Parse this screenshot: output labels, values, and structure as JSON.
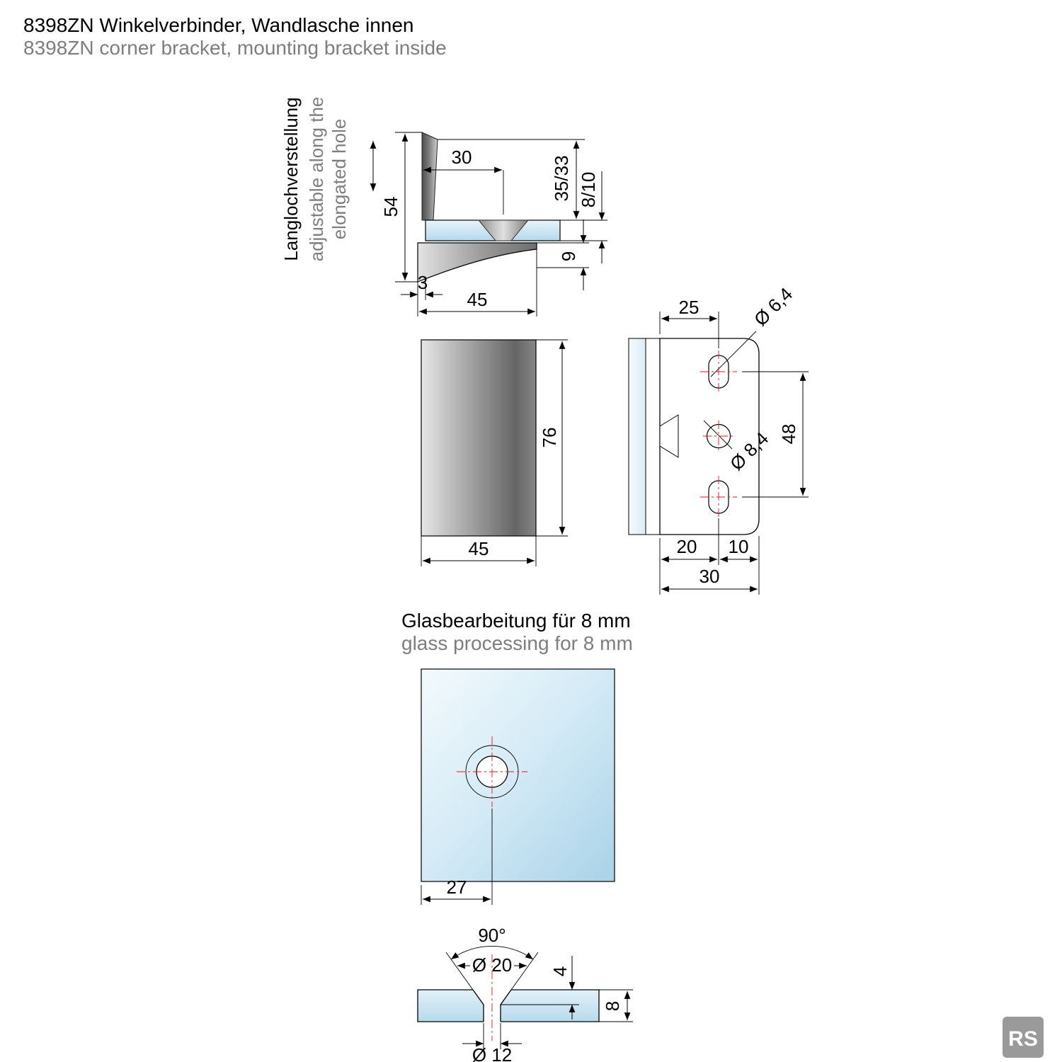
{
  "header": {
    "title_de": "8398ZN Winkelverbinder, Wandlasche innen",
    "title_en": "8398ZN corner bracket, mounting bracket inside"
  },
  "side_view": {
    "label_de": "Langlochverstellung",
    "label_en1": "adjustable along the",
    "label_en2": "elongated hole",
    "dim_height": "54",
    "dim_screw_offset": "30",
    "dim_upper": "35/33",
    "dim_glass_gap": "8/10",
    "dim_base_height": "9",
    "dim_glass_offset": "3",
    "dim_width": "45"
  },
  "front_view": {
    "dim_height": "76",
    "dim_width": "45"
  },
  "back_view": {
    "dim_top": "25",
    "dim_slot_dia": "Ø 6,4",
    "dim_hole_spacing": "48",
    "dim_hole_dia": "Ø 8,4",
    "dim_bottom_left": "20",
    "dim_bottom_right": "10",
    "dim_width": "30"
  },
  "glass_view": {
    "heading_de": "Glasbearbeitung für 8 mm",
    "heading_en": "glass processing for 8 mm",
    "dim_hole_x": "27"
  },
  "section_view": {
    "dim_angle": "90°",
    "dim_counter_dia": "Ø 20",
    "dim_counter_depth": "4",
    "dim_thickness": "8",
    "dim_hole_dia": "Ø 12"
  },
  "colors": {
    "glass": "#bcdcee",
    "metal": "#7d7d7d",
    "centerline_red": "#ee1111"
  },
  "logo_text": "RS"
}
